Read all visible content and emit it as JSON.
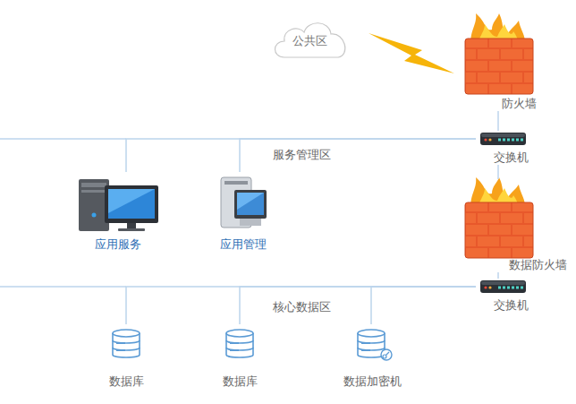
{
  "diagram": {
    "nodes": [
      {
        "text": [
          "公共区"
        ]
      },
      {
        "text": [
          "防火墙"
        ]
      },
      {
        "text": [
          "交换机"
        ]
      },
      {
        "text": [
          "应用服务"
        ]
      },
      {
        "text": [
          "应用管理"
        ]
      },
      {
        "text": [
          "数据防火墙"
        ]
      },
      {
        "text": [
          "交换机"
        ]
      },
      {
        "text": [
          "数据库"
        ]
      },
      {
        "text": [
          "数据库"
        ]
      },
      {
        "text": [
          "数据加密机"
        ]
      }
    ],
    "edges": [
      {
        "from": 1,
        "to": 2,
        "arrow": "none"
      },
      {
        "from": 2,
        "to": 3,
        "arrow": "none"
      },
      {
        "from": 2,
        "to": 4,
        "arrow": "none"
      },
      {
        "from": 2,
        "to": 5,
        "arrow": "none"
      },
      {
        "from": 5,
        "to": 6,
        "arrow": "none"
      },
      {
        "from": 6,
        "to": 7,
        "arrow": "none"
      },
      {
        "from": 6,
        "to": 8,
        "arrow": "none"
      },
      {
        "from": 6,
        "to": 9,
        "arrow": "none"
      }
    ],
    "labels": [
      "服务管理区",
      "核心数据区"
    ]
  }
}
